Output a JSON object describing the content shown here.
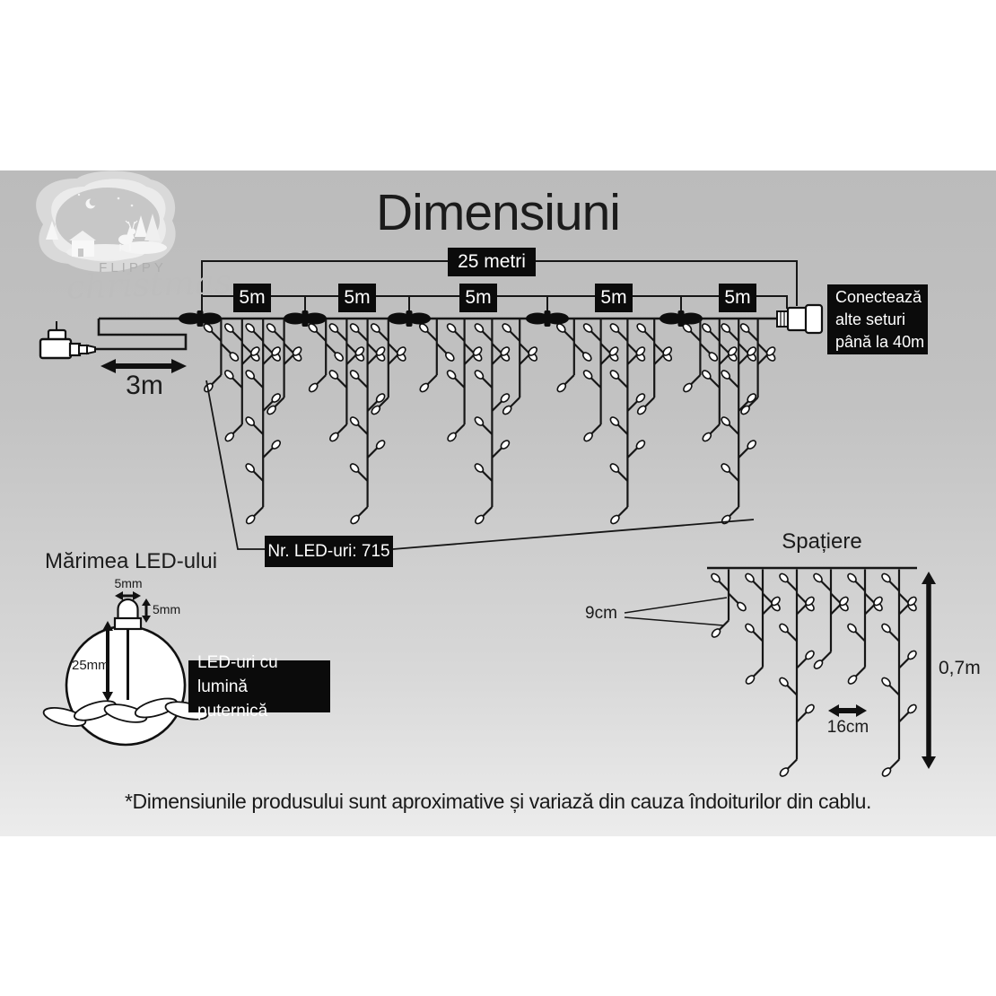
{
  "page": {
    "title": "Dimensiuni",
    "disclaimer": "*Dimensiunile produsului sunt aproximative și variază din cauza îndoiturilor din cablu."
  },
  "logo": {
    "brand": "FLIPPY",
    "sub": "christmas"
  },
  "colors": {
    "panel_top": "#bbbbbb",
    "panel_bottom": "#ececec",
    "box_bg": "#0b0b0b",
    "box_text": "#ffffff",
    "line": "#161616",
    "ink": "#1b1b1b"
  },
  "main_diagram": {
    "total_length_label": "25 metri",
    "section_labels": [
      "5m",
      "5m",
      "5m",
      "5m",
      "5m"
    ],
    "lead_length_label": "3m",
    "connect_box_lines": [
      "Conectează",
      "alte seturi",
      "până la 40m"
    ],
    "led_count_label": "Nr. LED-uri: 715",
    "sections": 5,
    "drops_per_section": 4,
    "drop_lengths": [
      75,
      130,
      222,
      100
    ]
  },
  "led_size": {
    "title": "Mărimea LED-ului",
    "width_label": "5mm",
    "height_label": "5mm",
    "length_label": "25mm",
    "note_lines": [
      "LED-uri cu lumină",
      "puternică"
    ]
  },
  "spacing": {
    "title": "Spațiere",
    "led_gap_label": "9cm",
    "drop_gap_label": "16cm",
    "drop_height_label": "0,7m",
    "drop_lengths": [
      70,
      122,
      225,
      105,
      122,
      225
    ]
  }
}
